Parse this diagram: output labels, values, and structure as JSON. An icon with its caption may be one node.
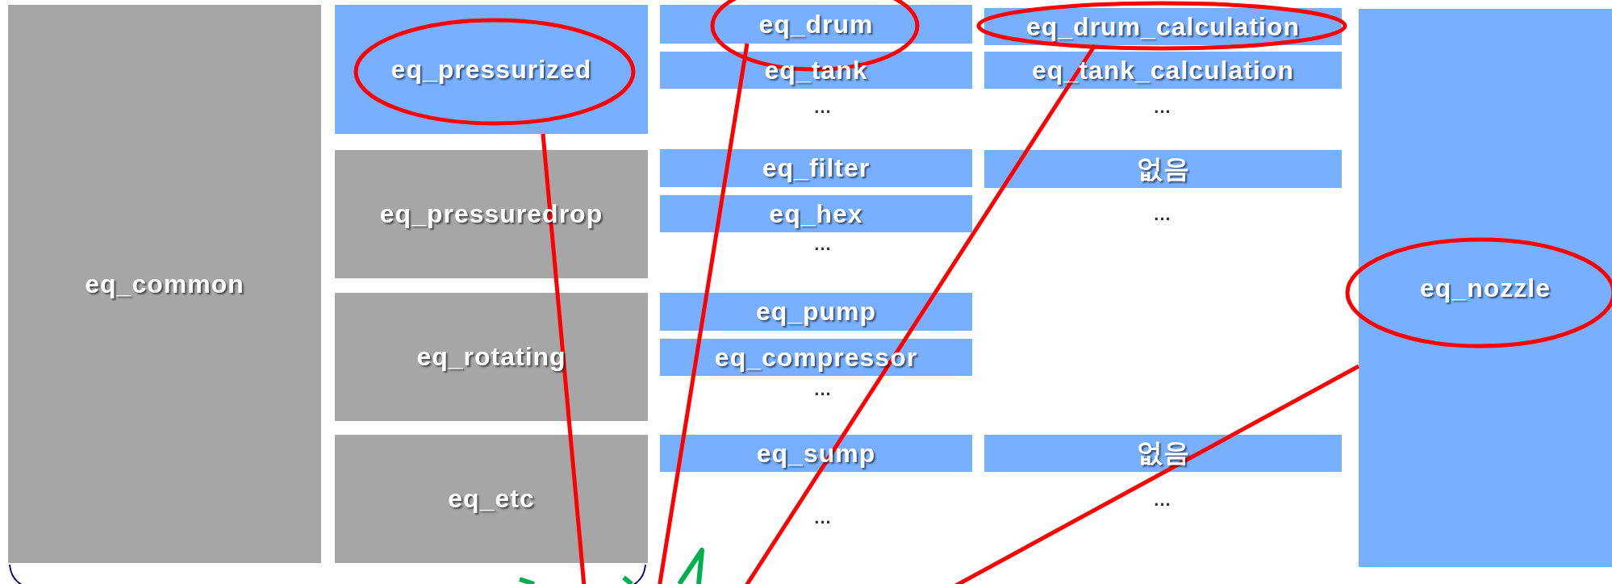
{
  "diagram": {
    "nodes": [
      {
        "text": [
          "eq_common"
        ]
      },
      {
        "text": [
          "eq_pressurized"
        ]
      },
      {
        "text": [
          "eq_pressuredrop"
        ]
      },
      {
        "text": [
          "eq_rotating"
        ]
      },
      {
        "text": [
          "eq_etc"
        ]
      },
      {
        "text": [
          "eq_drum"
        ]
      },
      {
        "text": [
          "eq_tank"
        ]
      },
      {
        "text": [
          "eq_drum_calculation"
        ]
      },
      {
        "text": [
          "eq_tank_calculation"
        ]
      },
      {
        "text": [
          "eq_filter"
        ]
      },
      {
        "text": [
          "eq_hex"
        ]
      },
      {
        "text": [
          "없음"
        ]
      },
      {
        "text": [
          "eq_pump"
        ]
      },
      {
        "text": [
          "eq_compressor"
        ]
      },
      {
        "text": [
          "eq_sump"
        ]
      },
      {
        "text": [
          "없음"
        ]
      },
      {
        "text": [
          "eq_nozzle"
        ]
      }
    ],
    "edges": [
      {
        "from": 1,
        "to": null,
        "arrow": "none"
      },
      {
        "from": 5,
        "to": null,
        "arrow": "none"
      },
      {
        "from": 7,
        "to": null,
        "arrow": "none"
      },
      {
        "from": 16,
        "to": null,
        "arrow": "none"
      }
    ],
    "labels": [
      "...",
      "...",
      "...",
      "...",
      "...",
      "...",
      "..."
    ]
  }
}
